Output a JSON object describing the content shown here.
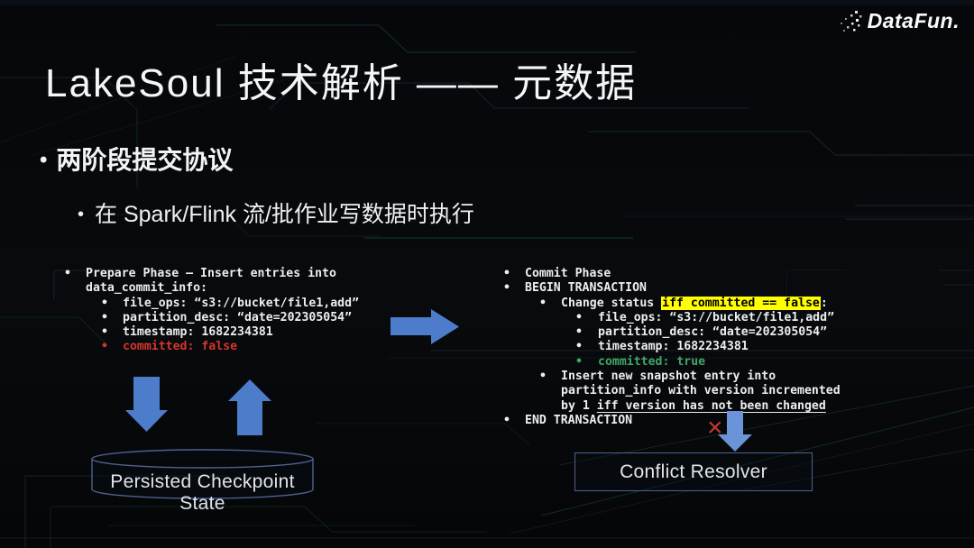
{
  "logo": {
    "text": "DataFun."
  },
  "title": "LakeSoul 技术解析 —— 元数据",
  "heading": {
    "bullet": "•",
    "text": "两阶段提交协议"
  },
  "subheading": {
    "bullet": "•",
    "text": "在 Spark/Flink 流/批作业写数据时执行"
  },
  "bullet_char": "•",
  "prepare_block": {
    "line1": "Prepare Phase – Insert entries into",
    "line2": "data_commit_info:",
    "file_ops": "file_ops: “s3://bucket/file1,add”",
    "partition_desc": "partition_desc: “date=202305054”",
    "timestamp": "timestamp: 1682234381",
    "committed": "committed: false"
  },
  "commit_block": {
    "commit_phase": "Commit Phase",
    "begin_transaction": "BEGIN TRANSACTION",
    "change_status_prefix": "Change status ",
    "change_status_highlight": "iff committed == false",
    "change_status_suffix": ":",
    "file_ops": "file_ops: “s3://bucket/file1,add”",
    "partition_desc": "partition_desc: “date=202305054”",
    "timestamp": "timestamp: 1682234381",
    "committed": "committed: true",
    "insert_line1": "Insert new snapshot entry into",
    "insert_line2": "partition_info with version incremented",
    "insert_line3_prefix": "by 1 ",
    "insert_line3_underlined": "iff version has not been changed",
    "end_transaction": "END TRANSACTION"
  },
  "shapes": {
    "persisted_checkpoint_label": "Persisted Checkpoint State",
    "conflict_resolver_label": "Conflict Resolver",
    "conflict_marker": "×"
  },
  "colors": {
    "arrow_blue": "#4d7dca",
    "arrow_blue_light": "#6a93d8",
    "committed_false": "#d63529",
    "committed_true": "#3fa768",
    "highlight_bg": "#ffff00",
    "box_border": "#51608f"
  }
}
